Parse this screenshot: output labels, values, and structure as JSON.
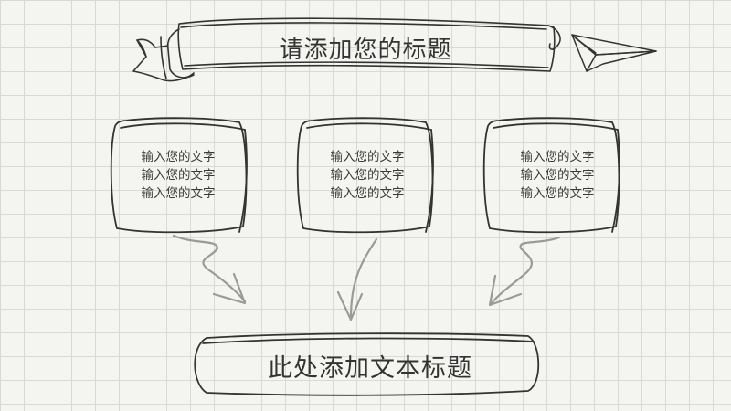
{
  "banner": {
    "title": "请添加您的标题"
  },
  "cards": [
    {
      "lines": [
        "输入您的文字",
        "输入您的文字",
        "输入您的文字"
      ]
    },
    {
      "lines": [
        "输入您的文字",
        "输入您的文字",
        "输入您的文字"
      ]
    },
    {
      "lines": [
        "输入您的文字",
        "输入您的文字",
        "输入您的文字"
      ]
    }
  ],
  "footer_box": {
    "title": "此处添加文本标题"
  },
  "icons": [
    "ribbon-banner-icon",
    "paper-plane-icon",
    "arrow-icon"
  ]
}
